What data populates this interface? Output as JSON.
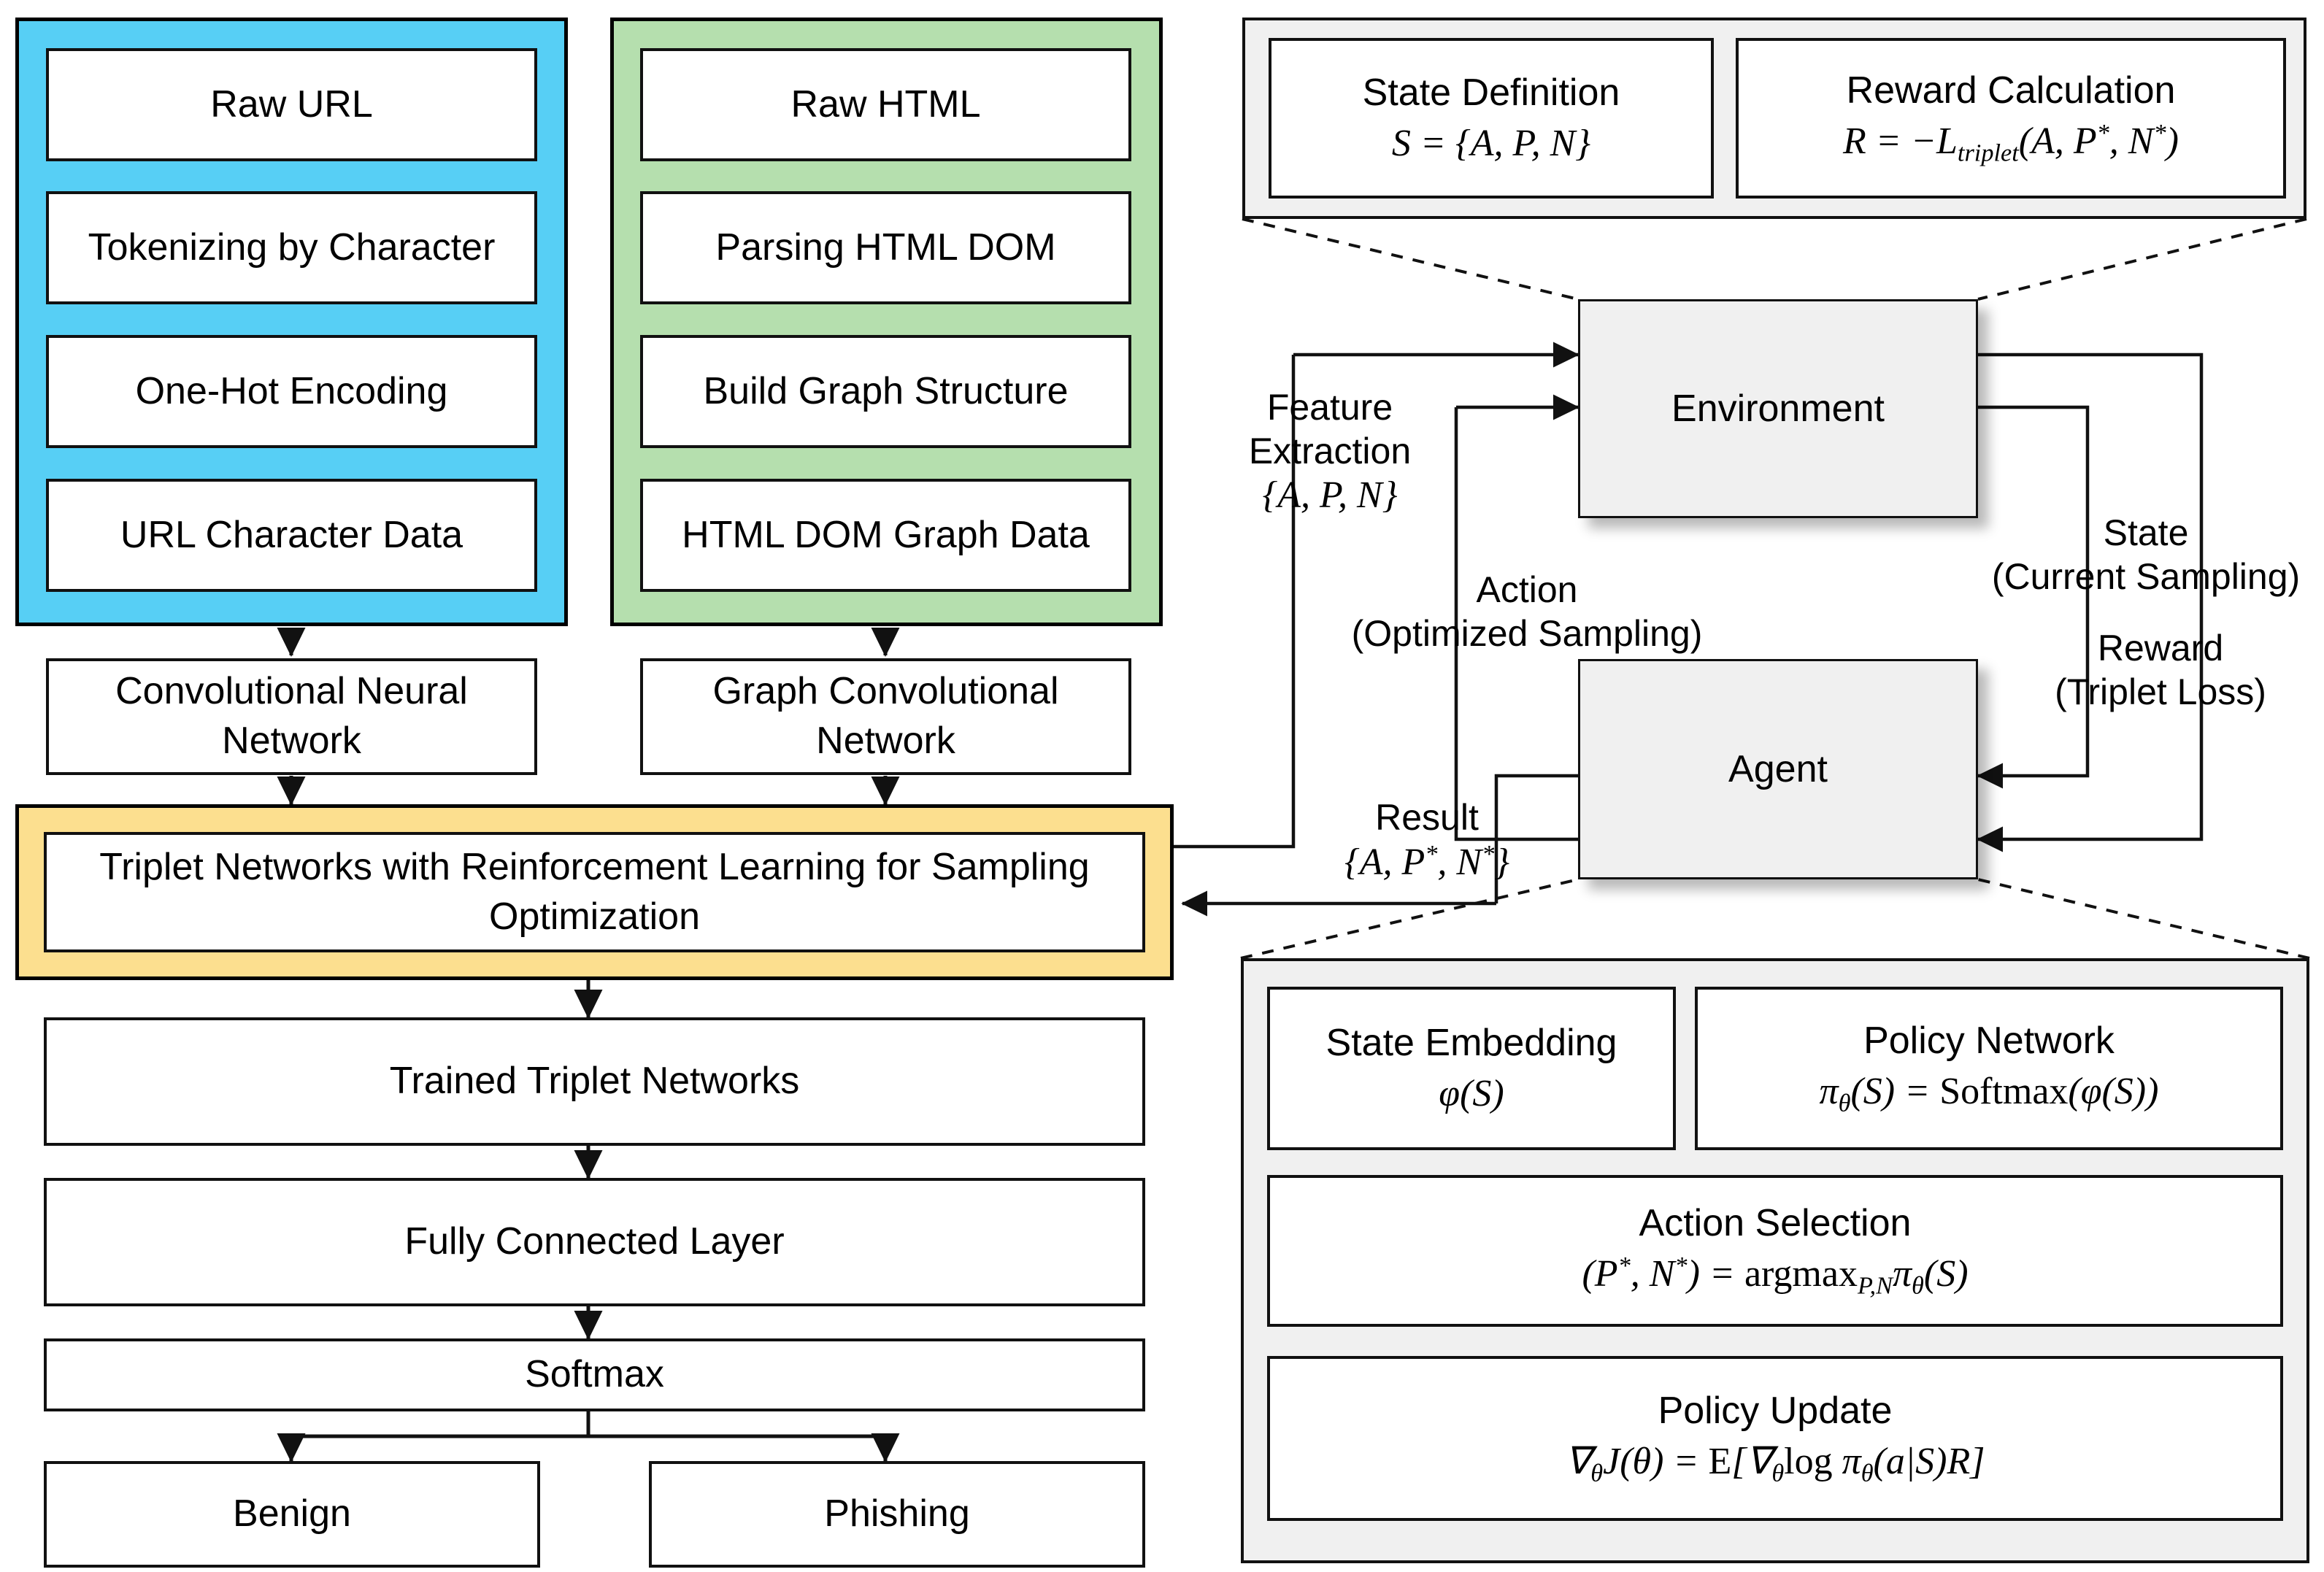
{
  "left_pipeline": {
    "url_branch": {
      "panel_color": "#57CFF5",
      "steps": [
        "Raw URL",
        "Tokenizing by Character",
        "One-Hot Encoding",
        "URL Character Data"
      ],
      "encoder": "Convolutional Neural Network"
    },
    "html_branch": {
      "panel_color": "#B5DFAE",
      "steps": [
        "Raw HTML",
        "Parsing HTML DOM",
        "Build Graph Structure",
        "HTML DOM Graph Data"
      ],
      "encoder": "Graph Convolutional Network"
    },
    "fusion": {
      "panel_color": "#FCDF8F",
      "label": "Triplet Networks with Reinforcement Learning for Sampling Optimization"
    },
    "tail": [
      "Trained Triplet Networks",
      "Fully Connected Layer",
      "Softmax"
    ],
    "outputs": [
      "Benign",
      "Phishing"
    ]
  },
  "rl_diagram": {
    "environment_box": "Environment",
    "agent_box": "Agent",
    "env_detail_panel": {
      "cards": [
        {
          "title": "State Definition",
          "formula": "S = {A, P, N}"
        },
        {
          "title": "Reward Calculation",
          "formula": "R = −L_triplet(A, P*, N*)"
        }
      ]
    },
    "agent_detail_panel": {
      "cards": [
        {
          "title": "State Embedding",
          "formula": "ϕ(S)"
        },
        {
          "title": "Policy Network",
          "formula": "π_θ(S) = Softmax(ϕ(S))"
        },
        {
          "title": "Action Selection",
          "formula": "(P*, N*) = argmax_{P,N} π_θ(S)"
        },
        {
          "title": "Policy Update",
          "formula": "∇_θ J(θ) = E[∇_θ log π_θ(a|S) R]"
        }
      ]
    },
    "edge_labels": {
      "feature_extraction": {
        "line1": "Feature",
        "line2": "Extraction",
        "formula": "{A, P, N}"
      },
      "action": {
        "line1": "Action",
        "line2": "(Optimized Sampling)"
      },
      "state": {
        "line1": "State",
        "line2": "(Current Sampling)"
      },
      "reward": {
        "line1": "Reward",
        "line2": "(Triplet Loss)"
      },
      "result": {
        "line1": "Result",
        "formula": "{A, P*, N*}"
      }
    }
  },
  "colors": {
    "blue": "#57CFF5",
    "green": "#B5DFAE",
    "yellow": "#FCDF8F",
    "gray": "#F0F0F0",
    "stroke": "#111111"
  }
}
